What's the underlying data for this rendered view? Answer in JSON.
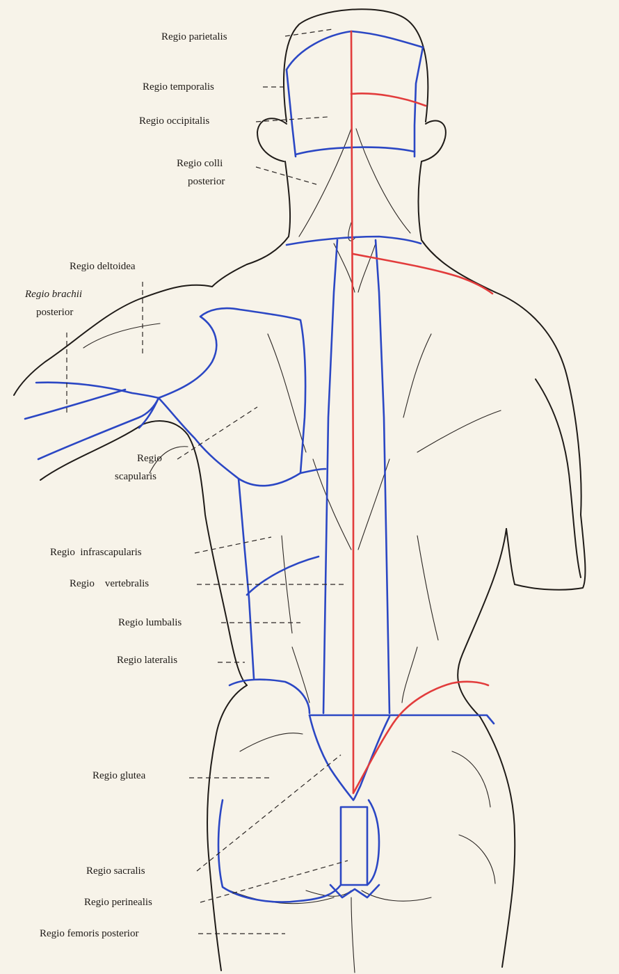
{
  "labels": {
    "parietalis": "Regio parietalis",
    "temporalis": "Regio temporalis",
    "occipitalis": "Regio occipitalis",
    "colli_1": "Regio colli",
    "colli_2": "posterior",
    "deltoidea": "Regio deltoidea",
    "brachii_1": "Regio brachii",
    "brachii_2": "posterior",
    "scapularis_1": "Regio",
    "scapularis_2": "scapularis",
    "infrascapularis": "Regio  infrascapularis",
    "vertebralis": "Regio    vertebralis",
    "lumbalis": "Regio lumbalis",
    "lateralis": "Regio lateralis",
    "glutea": "Regio glutea",
    "sacralis": "Regio sacralis",
    "perinealis": "Regio perinealis",
    "femoris": "Regio femoris posterior"
  },
  "colors": {
    "region_lines": "#2b47c4",
    "midline": "#e23c3c",
    "outline": "#1f1b18",
    "paper": "#f7f3e9"
  }
}
